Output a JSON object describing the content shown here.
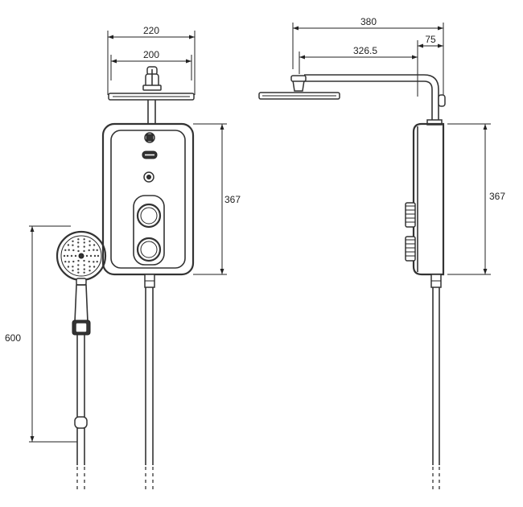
{
  "dimensions": {
    "top_width_outer": "220",
    "top_width_inner": "200",
    "front_height": "367",
    "handshower_height": "600",
    "side_width": "380",
    "side_offset": "75",
    "arm_length": "326.5",
    "side_height": "367"
  }
}
